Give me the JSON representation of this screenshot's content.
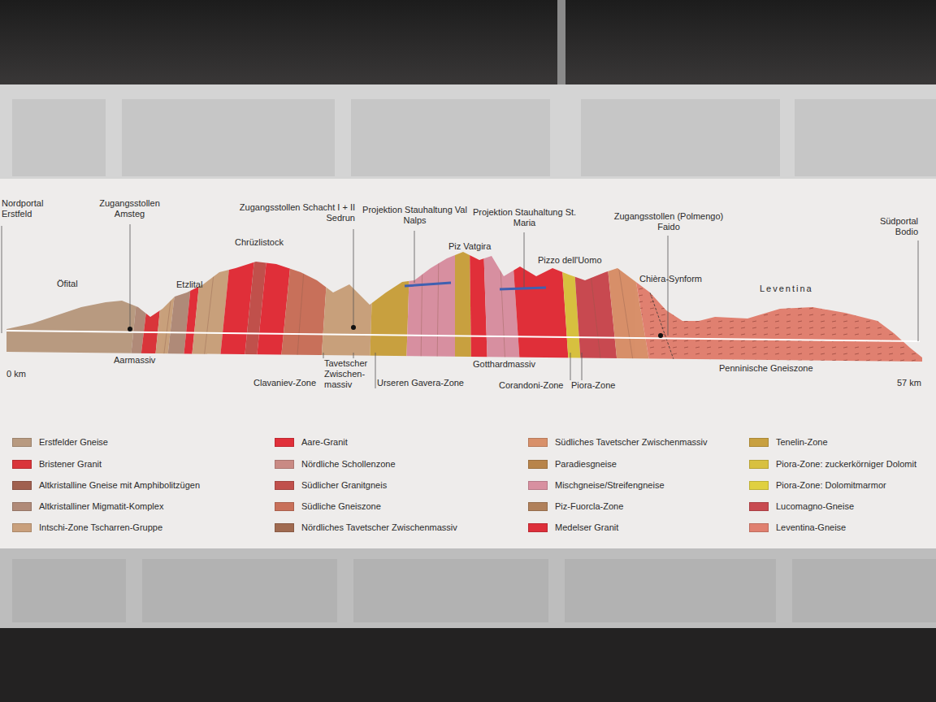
{
  "diagram": {
    "labels": [
      "Nordportal Erstfeld",
      "Zugangsstollen Amsteg",
      "Zugangsstollen Schacht I + II Sedrun",
      "Projektion Stauhaltung Val Nalps",
      "Projektion Stauhaltung St. Maria",
      "Zugangsstollen (Polmengo) Faido",
      "Südportal Bodio",
      "Chrüzlistock",
      "Piz Vatgira",
      "Pizzo dell'Uomo",
      "Öfital",
      "Etzlital",
      "Chièra-Synform",
      "Leventina",
      "Aarmassiv",
      "0 km",
      "Tavetscher Zwischen- massiv",
      "Clavaniev-Zone",
      "Urseren Gavera-Zone",
      "Gotthardmassiv",
      "Corandoni-Zone",
      "Piora-Zone",
      "Penninische Gneiszone",
      "57 km"
    ],
    "legend": [
      {
        "text": "Erstfelder Gneise",
        "color": "#b89a80"
      },
      {
        "text": "Bristener Granit",
        "color": "#d9353a"
      },
      {
        "text": "Altkristalline Gneise mit Amphibolitzügen",
        "color": "#a0604f"
      },
      {
        "text": "Altkristalliner Migmatit-Komplex",
        "color": "#b08a78"
      },
      {
        "text": "Intschi-Zone Tscharren-Gruppe",
        "color": "#c9a07c"
      },
      {
        "text": "Aare-Granit",
        "color": "#e0303a"
      },
      {
        "text": "Nördliche Schollenzone",
        "color": "#c98a84"
      },
      {
        "text": "Südlicher Granitgneis",
        "color": "#c0504c"
      },
      {
        "text": "Südliche Gneiszone",
        "color": "#c8705a"
      },
      {
        "text": "Nördliches Tavetscher Zwischenmassiv",
        "color": "#a06a50"
      },
      {
        "text": "Südliches Tavetscher Zwischenmassiv",
        "color": "#d8906a"
      },
      {
        "text": "Paradiesgneise",
        "color": "#b8844a"
      },
      {
        "text": "Mischgneise/Streifengneise",
        "color": "#d890a0"
      },
      {
        "text": "Piz-Fuorcla-Zone",
        "color": "#b0805a"
      },
      {
        "text": "Medelser Granit",
        "color": "#dd2f3a"
      },
      {
        "text": "Tenelin-Zone",
        "color": "#c8a040"
      },
      {
        "text": "Piora-Zone: zuckerkörniger Dolomit",
        "color": "#d8c040"
      },
      {
        "text": "Piora-Zone: Dolomitmarmor",
        "color": "#e0d040"
      },
      {
        "text": "Lucomagno-Gneise",
        "color": "#c84a50"
      },
      {
        "text": "Leventina-Gneise",
        "color": "#e08070"
      }
    ]
  }
}
